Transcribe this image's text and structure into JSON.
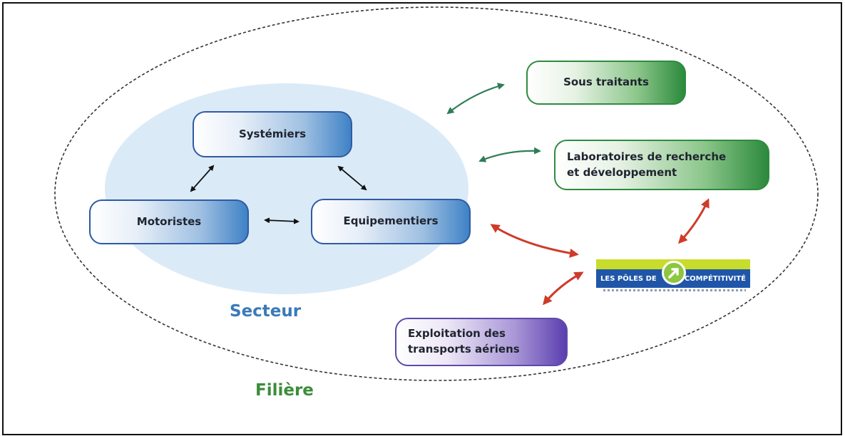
{
  "diagram": {
    "inner_title": "Secteur",
    "outer_title": "Filière",
    "boxes": {
      "systemiers": "Systémiers",
      "motoristes": "Motoristes",
      "equipementiers": "Equipementiers",
      "sous_traitants": "Sous traitants",
      "laboratoires_line1": "Laboratoires de recherche",
      "laboratoires_line2": "et développement",
      "exploitation_line1": "Exploitation des",
      "exploitation_line2": "transports aériens"
    },
    "logo": {
      "left_text": "LES PÔLES DE",
      "right_text": "COMPÉTITIVITÉ"
    }
  },
  "colors": {
    "sector_fill": "#dbeaf7",
    "sector_title": "#3a7ab8",
    "filiere_title": "#3d8c3a",
    "green_arrow": "#2e7d56",
    "red_arrow": "#cf3b2a",
    "black_arrow": "#111111"
  }
}
